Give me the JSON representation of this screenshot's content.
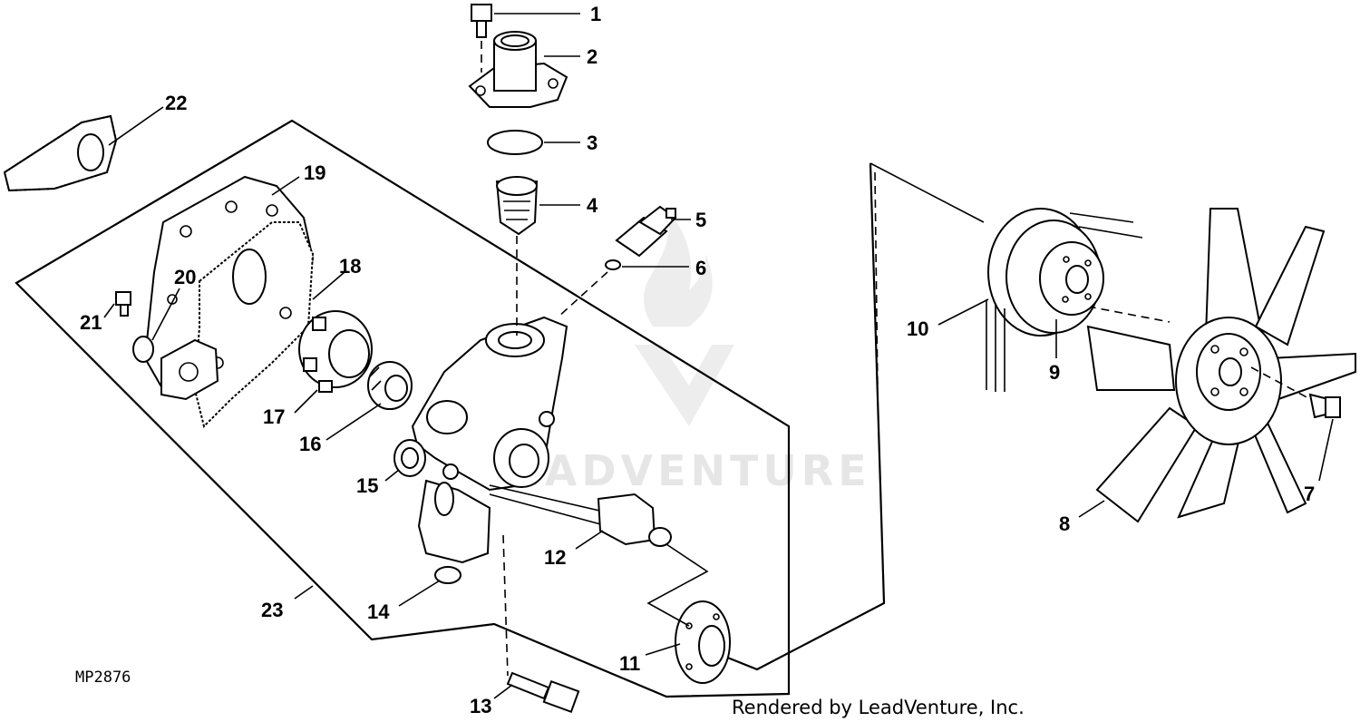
{
  "diagram_code": "MP2876",
  "footer_credit": "Rendered by LeadVenture, Inc.",
  "watermark_text": "LEADVENTURE",
  "callouts": {
    "c1": "1",
    "c2": "2",
    "c3": "3",
    "c4": "4",
    "c5": "5",
    "c6": "6",
    "c7": "7",
    "c8": "8",
    "c9": "9",
    "c10": "10",
    "c11": "11",
    "c12": "12",
    "c13": "13",
    "c14": "14",
    "c15": "15",
    "c16": "16",
    "c17": "17",
    "c18": "18",
    "c19": "19",
    "c20": "20",
    "c21": "21",
    "c22": "22",
    "c23": "23"
  }
}
